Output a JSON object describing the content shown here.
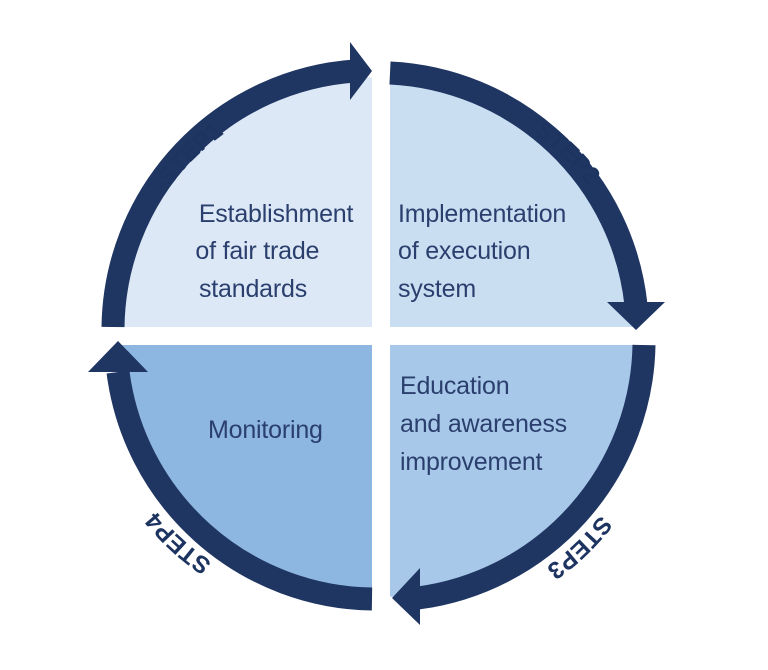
{
  "colors": {
    "arrow": "#1f3562",
    "q1": "#dce8f5",
    "q2": "#cadef2",
    "q3": "#a8c8e9",
    "q4": "#8db6e0",
    "text": "#2a3f6d"
  },
  "steps": [
    {
      "label": "STEP1",
      "lines": [
        "Establishment",
        "of fair trade",
        "standards"
      ]
    },
    {
      "label": "STEP2",
      "lines": [
        "Implementation",
        "of execution",
        "system"
      ]
    },
    {
      "label": "STEP3",
      "lines": [
        "Education",
        "and awareness",
        "improvement"
      ]
    },
    {
      "label": "STEP4",
      "lines": [
        "Monitoring"
      ]
    }
  ]
}
